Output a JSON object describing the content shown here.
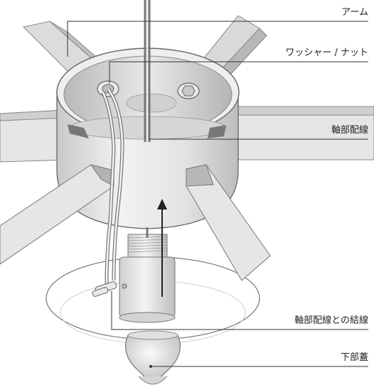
{
  "labels": {
    "arm": "アーム",
    "washer_nut": "ワッシャー / ナット",
    "shaft_wiring": "軸部配線",
    "shaft_wiring_connection": "軸部配線との結線",
    "lower_cover": "下部蓋"
  }
}
